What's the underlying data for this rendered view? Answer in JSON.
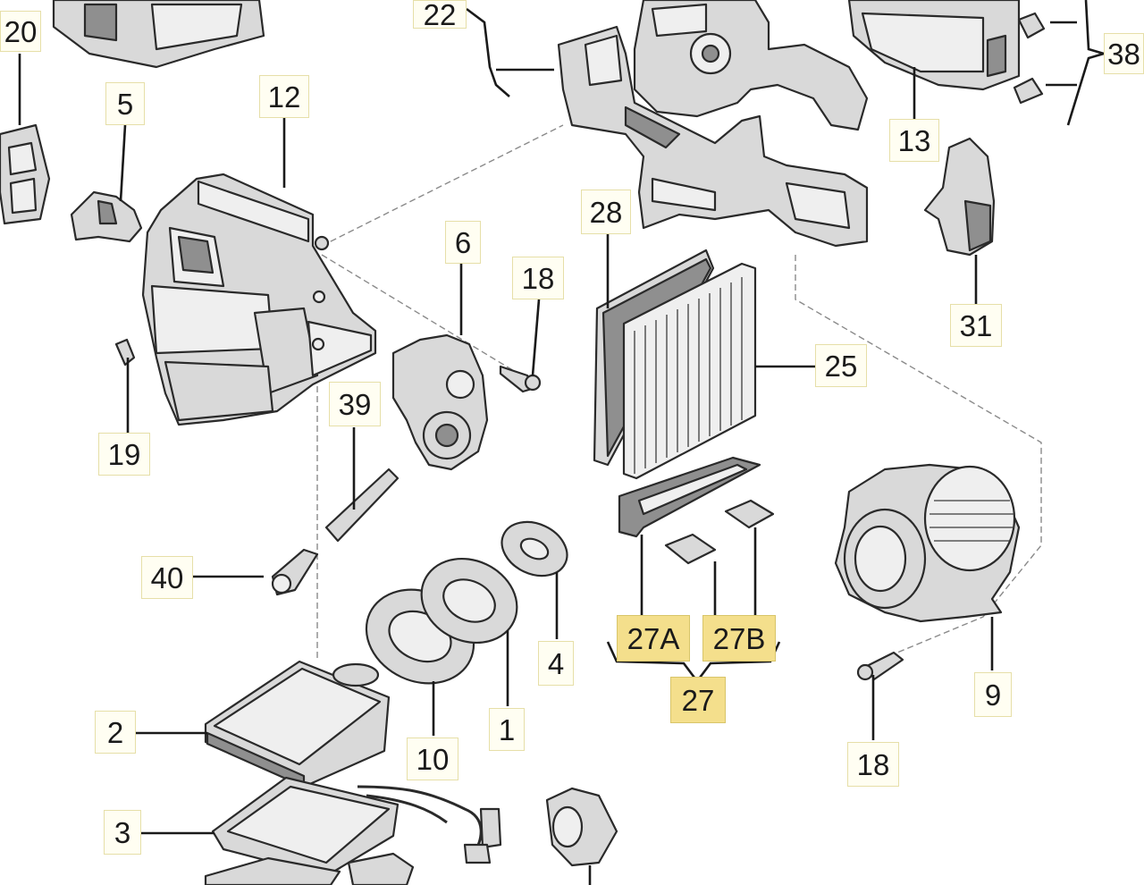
{
  "labels": {
    "l20": "20",
    "l22": "22",
    "l38": "38",
    "l5": "5",
    "l12": "12",
    "l13": "13",
    "l28": "28",
    "l6": "6",
    "l18a": "18",
    "l31": "31",
    "l25": "25",
    "l19": "19",
    "l39": "39",
    "l40": "40",
    "l2": "2",
    "l10": "10",
    "l1": "1",
    "l4": "4",
    "l27a": "27A",
    "l27b": "27B",
    "l27": "27",
    "l9": "9",
    "l18b": "18",
    "l3": "3"
  },
  "colors": {
    "highlight": "#f4df8c",
    "label_bg": "#fffef2",
    "line": "#1a1a1a"
  }
}
